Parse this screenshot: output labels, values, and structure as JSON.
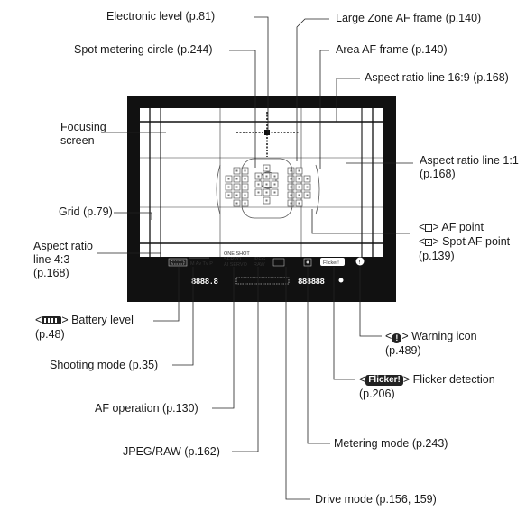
{
  "labels": {
    "electronic_level": "Electronic level (p.81)",
    "large_zone_af": "Large Zone AF frame (p.140)",
    "spot_metering": "Spot metering circle (p.244)",
    "area_af": "Area AF frame (p.140)",
    "aspect_16_9": "Aspect ratio line 16:9 (p.168)",
    "focusing_screen_1": "Focusing",
    "focusing_screen_2": "screen",
    "aspect_1_1_a": "Aspect ratio line 1:1",
    "aspect_1_1_b": "(p.168)",
    "grid": "Grid (p.79)",
    "aspect_4_3_a": "Aspect ratio",
    "aspect_4_3_b": "line 4:3",
    "aspect_4_3_c": "(p.168)",
    "af_point_a_pre": "<",
    "af_point_a_post": "> AF point",
    "af_point_b_pre": "<",
    "af_point_b_post": "> Spot AF point",
    "af_point_page": "(p.139)",
    "battery_pre": "<",
    "battery_post": "> Battery level",
    "battery_page": "(p.48)",
    "warning_pre": "<",
    "warning_post": "> Warning icon",
    "warning_page": "(p.489)",
    "shooting_mode": "Shooting mode (p.35)",
    "flicker_pre": "<",
    "flicker_badge": "Flicker!",
    "flicker_post": "> Flicker detection",
    "flicker_page": "(p.206)",
    "af_operation": "AF operation (p.130)",
    "jpeg_raw": "JPEG/RAW (p.162)",
    "metering_mode": "Metering mode (p.243)",
    "drive_mode": "Drive mode (p.156, 159)"
  },
  "icons": {
    "warning_glyph": "!"
  },
  "viewfinder": {
    "mode_row_top": "ONE SHOT",
    "mode_row_mid": "SERVO",
    "mode_row_bot": "AI SERVO",
    "shooting_modes": "M Av Tv P",
    "jpeg_top": "JPEG",
    "jpeg_bot": "RAW",
    "flicker_badge": "Flicker!",
    "warn_glyph": "!",
    "seg_left": "8888.8",
    "seg_right": "888888"
  },
  "colors": {
    "frame": "#111111",
    "screen": "#ffffff",
    "line": "#222222",
    "af_point": "#555555"
  }
}
